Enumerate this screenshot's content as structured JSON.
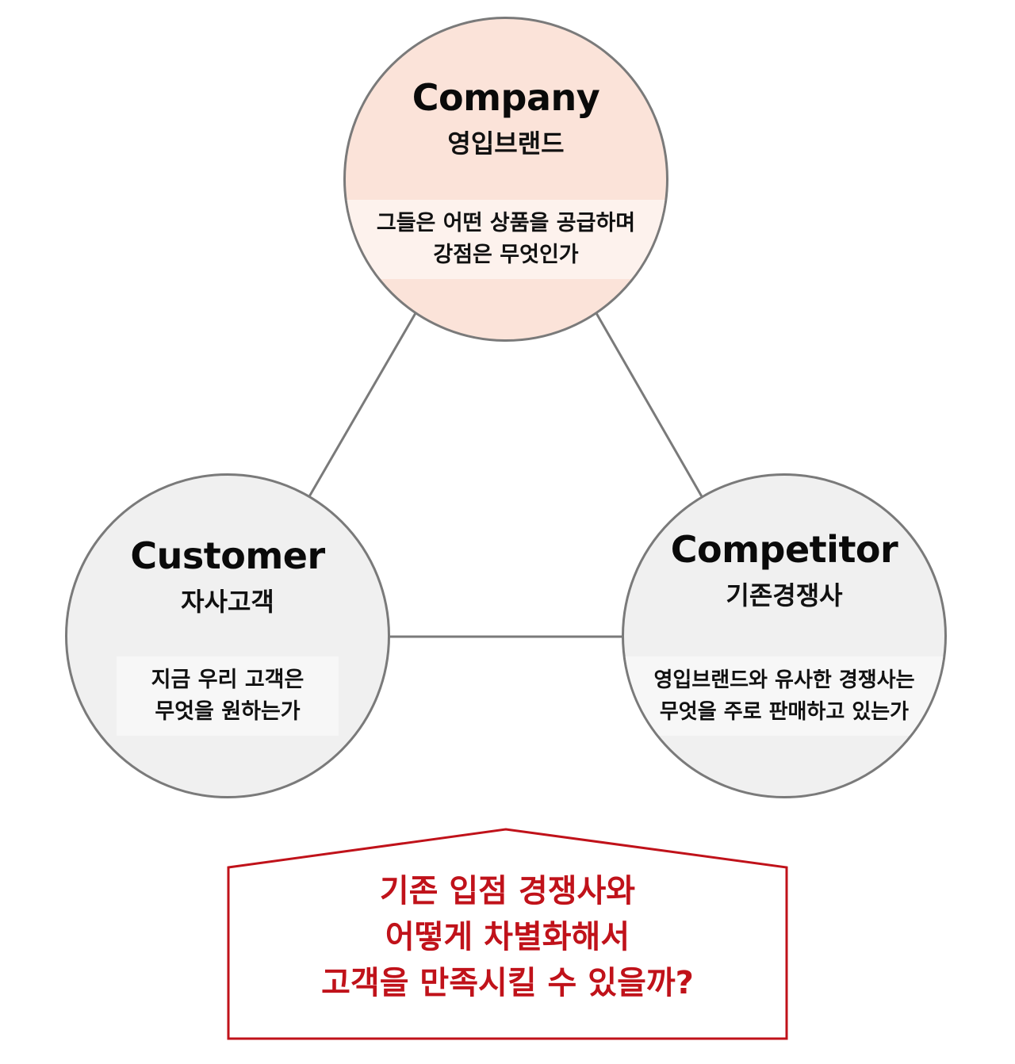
{
  "nodes": {
    "company": {
      "title": "Company",
      "subtitle": "영입브랜드",
      "desc_lines": [
        "그들은 어떤 상품을 공급하며",
        "강점은 무엇인가"
      ],
      "fill": "#fbe3d9"
    },
    "customer": {
      "title": "Customer",
      "subtitle": "자사고객",
      "desc_lines": [
        "지금 우리 고객은",
        "무엇을 원하는가"
      ],
      "fill": "#f0f0f0"
    },
    "competitor": {
      "title": "Competitor",
      "subtitle": "기존경쟁사",
      "desc_lines": [
        "영입브랜드와 유사한 경쟁사는",
        "무엇을 주로 판매하고 있는가"
      ],
      "fill": "#f0f0f0"
    }
  },
  "callout": {
    "lines": [
      "기존 입점 경쟁사와",
      "어떻게 차별화해서",
      "고객을 만족시킬 수 있을까?"
    ],
    "color": "#c0121a"
  },
  "colors": {
    "outline": "#7a7a7a",
    "connector": "#7a7a7a"
  }
}
